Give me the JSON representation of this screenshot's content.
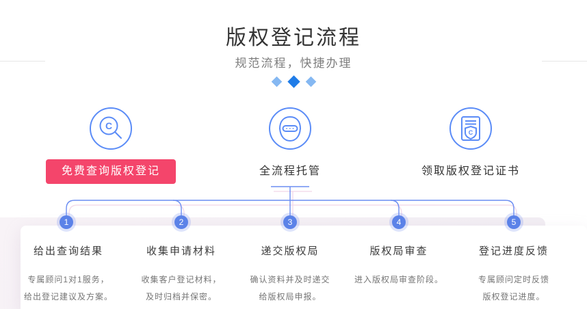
{
  "header": {
    "title": "版权登记流程",
    "subtitle": "规范流程，快捷办理"
  },
  "colors": {
    "accent_blue": "#5b8cf7",
    "line_blue": "#6b8df2",
    "line_shadow_pink": "#f3d9e9",
    "diamond_light": "#85b8f2",
    "diamond_dark": "#1f7ce8",
    "button_red": "#f4456b",
    "step_circle_blue": "#5b82e8",
    "band_tint": "#f4eff4"
  },
  "features": [
    {
      "icon": "copyright-search-icon",
      "label": "免费查询版权登记",
      "letter": "C"
    },
    {
      "icon": "agent-icon",
      "label": "全流程托管"
    },
    {
      "icon": "certificate-icon",
      "label": "领取版权登记证书",
      "letter": "C"
    }
  ],
  "steps": [
    {
      "num": "1",
      "title": "给出查询结果",
      "desc1": "专属顾问1对1服务，",
      "desc2": "给出登记建议及方案。"
    },
    {
      "num": "2",
      "title": "收集申请材料",
      "desc1": "收集客户登记材料，",
      "desc2": "及时归档并保密。"
    },
    {
      "num": "3",
      "title": "递交版权局",
      "desc1": "确认资料并及时递交",
      "desc2": "给版权局申报。"
    },
    {
      "num": "4",
      "title": "版权局审查",
      "desc1": "进入版权局审查阶段。",
      "desc2": ""
    },
    {
      "num": "5",
      "title": "登记进度反馈",
      "desc1": "专属顾问定时反馈",
      "desc2": "版权登记进度。"
    }
  ]
}
